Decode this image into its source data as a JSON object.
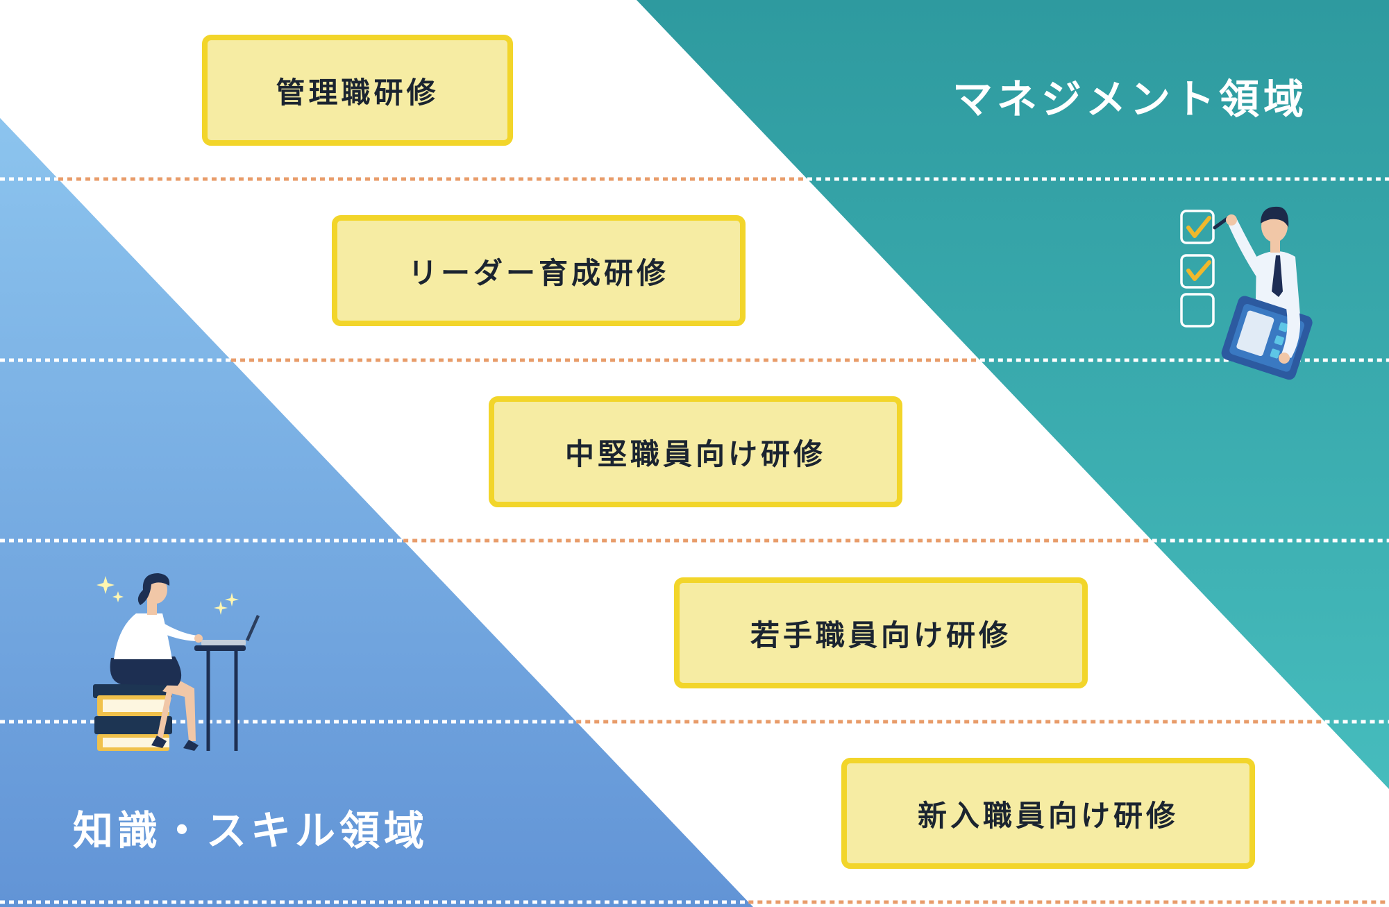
{
  "regions": {
    "management_label": "マネジメント領域",
    "knowledge_label": "知識・スキル領域"
  },
  "tiers": [
    "管理職研修",
    "リーダー育成研修",
    "中堅職員向け研修",
    "若手職員向け研修",
    "新入職員向け研修"
  ],
  "colors": {
    "management_area_top": "#2e9a9f",
    "management_area_bottom": "#46bcbd",
    "knowledge_area_top": "#8cc4ee",
    "knowledge_area_bottom": "#6294d6",
    "box_fill": "#f6eca3",
    "box_border": "#f2d52a",
    "divider_orange": "#e89c6a",
    "divider_light": "#ffffff"
  },
  "icons": {
    "management": "man-with-checklist-illustration",
    "knowledge": "woman-with-laptop-on-books-illustration"
  }
}
